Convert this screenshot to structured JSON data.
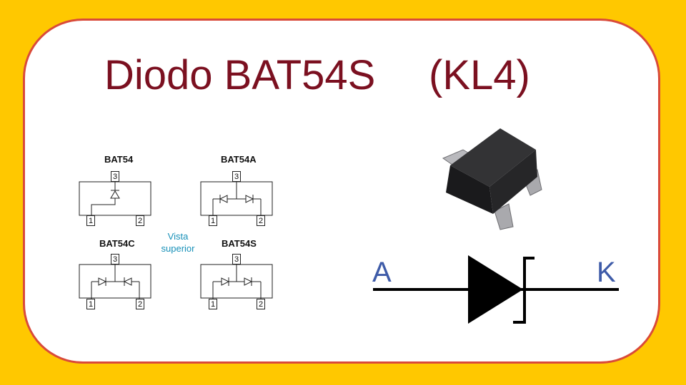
{
  "title": {
    "part1": "Diodo BAT54S",
    "part2": "(KL4)"
  },
  "packages": [
    {
      "name": "BAT54",
      "pins": [
        "3",
        "1",
        "2"
      ]
    },
    {
      "name": "BAT54A",
      "pins": [
        "3",
        "1",
        "2"
      ]
    },
    {
      "name": "BAT54C",
      "pins": [
        "3",
        "1",
        "2"
      ]
    },
    {
      "name": "BAT54S",
      "pins": [
        "3",
        "1",
        "2"
      ]
    }
  ],
  "view_note": {
    "line1": "Vista",
    "line2": "superior"
  },
  "symbol": {
    "anode": "A",
    "cathode": "K"
  },
  "colors": {
    "background": "#FFC800",
    "card_border": "#D94A3A",
    "title": "#7B1020",
    "note": "#1790B8",
    "symbol_letters": "#3E5BA8"
  }
}
